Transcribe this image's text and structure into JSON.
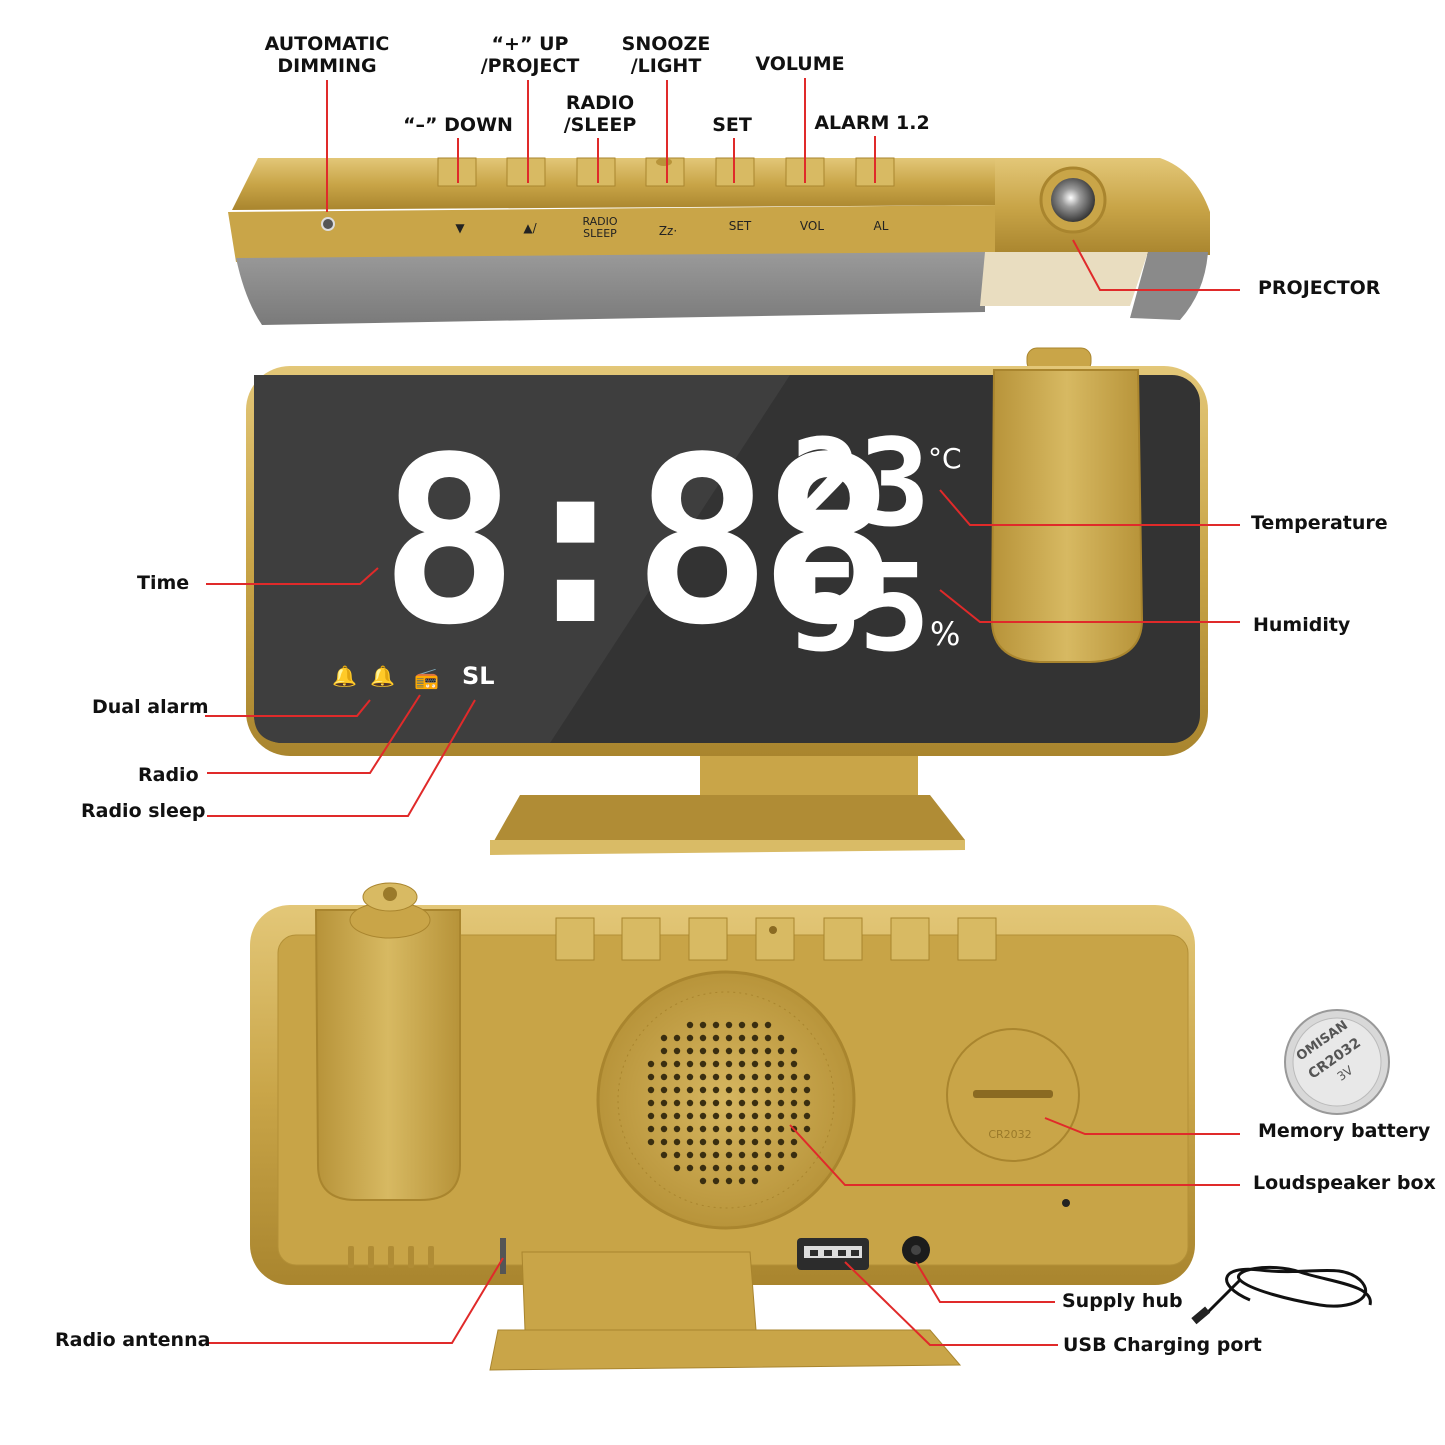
{
  "colors": {
    "gold": "#c9a548",
    "gold_dark": "#a9852e",
    "gold_light": "#e2c67a",
    "screen": "#3c3c3c",
    "pointer": "#e02a2a"
  },
  "top_labels": {
    "auto_dimming": "AUTOMATIC\nDIMMING",
    "up_project": "“+” UP\n/PROJECT",
    "snooze_light": "SNOOZE\n/LIGHT",
    "volume": "VOLUME",
    "down": "“–” DOWN",
    "radio_sleep": "RADIO\n/SLEEP",
    "set": "SET",
    "alarm": "ALARM 1.2",
    "projector": "PROJECTOR"
  },
  "buttons": {
    "down": "▼",
    "up": "▲/",
    "radio": "RADIO\nSLEEP",
    "snooze": "Zz·",
    "set": "SET",
    "vol": "VOL",
    "al": "AL"
  },
  "display": {
    "time": "8:88",
    "temperature": "23",
    "temp_unit": "°C",
    "humidity": "55",
    "humidity_unit": "%",
    "sleep": "SL"
  },
  "front_labels": {
    "time": "Time",
    "dual_alarm": "Dual alarm",
    "radio": "Radio",
    "radio_sleep": "Radio sleep",
    "temperature": "Temperature",
    "humidity": "Humidity"
  },
  "back_labels": {
    "memory_battery": "Memory battery",
    "loudspeaker_box": "Loudspeaker box",
    "supply_hub": "Supply hub",
    "usb_port": "USB Charging port",
    "radio_antenna": "Radio antenna"
  },
  "battery_text": {
    "brand": "OMISAN",
    "model": "CR2032",
    "voltage": "3V",
    "compartment": "CR2032"
  }
}
